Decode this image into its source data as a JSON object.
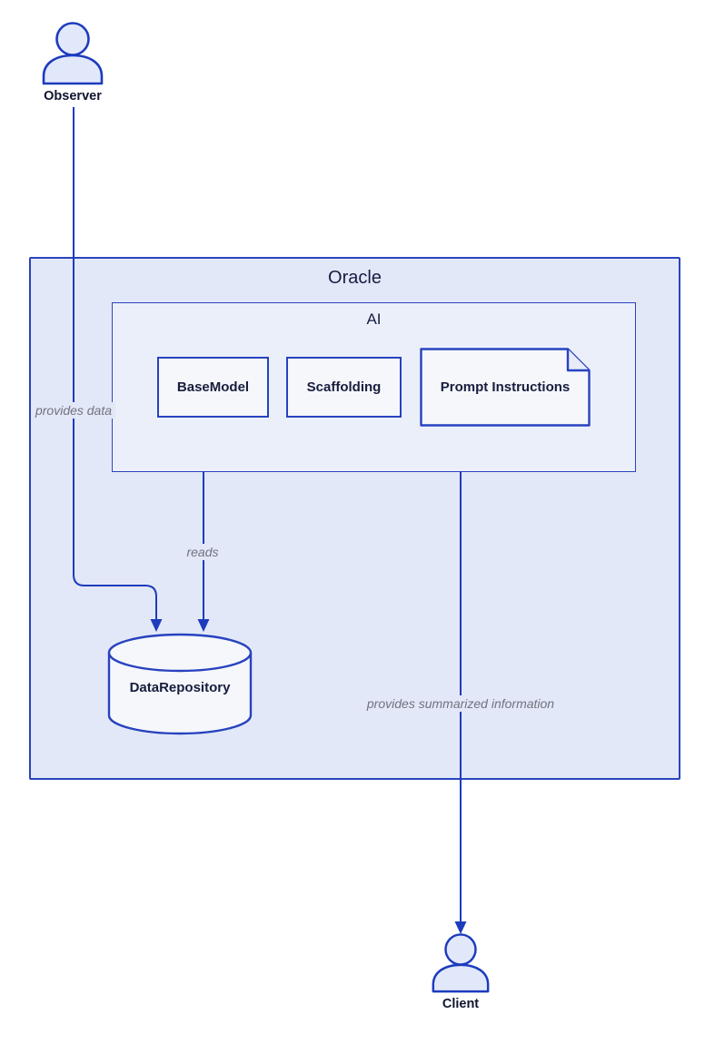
{
  "colors": {
    "edge_line_blue": "#1d3bbd",
    "border_blue": "#2742bf",
    "oracle_fill": "#e2e8f7",
    "ai_fill": "#ebeffa",
    "node_fill": "#f5f7fb",
    "actor_fill": "#e1e8fa",
    "node_text": "#171d3d",
    "edge_label_text": "#70737f"
  },
  "actors": {
    "observer": {
      "label": "Observer"
    },
    "client": {
      "label": "Client"
    }
  },
  "containers": {
    "oracle": {
      "label": "Oracle"
    },
    "ai": {
      "label": "AI"
    }
  },
  "nodes": {
    "base_model": {
      "label": "BaseModel",
      "shape": "rectangle"
    },
    "scaffolding": {
      "label": "Scaffolding",
      "shape": "rectangle"
    },
    "prompt_instructions": {
      "label": "Prompt Instructions",
      "shape": "document"
    },
    "data_repository": {
      "label": "DataRepository",
      "shape": "cylinder"
    }
  },
  "edges": {
    "observer_to_data_repository": {
      "from": "Observer",
      "to": "DataRepository",
      "label": "provides data"
    },
    "ai_to_data_repository": {
      "from": "AI",
      "to": "DataRepository",
      "label": "reads"
    },
    "ai_to_client": {
      "from": "AI",
      "to": "Client",
      "label": "provides summarized information"
    }
  }
}
